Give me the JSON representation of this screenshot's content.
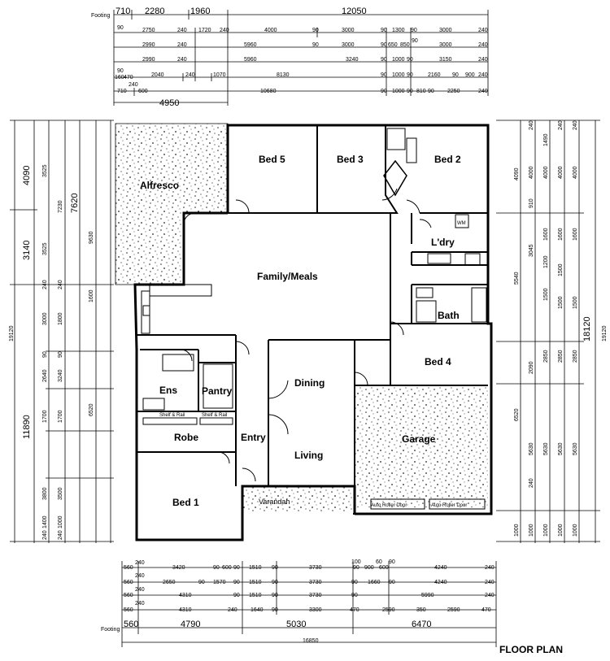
{
  "title": "FLOOR PLAN",
  "rooms": {
    "alfresco": "Alfresco",
    "bed5": "Bed 5",
    "bed3": "Bed 3",
    "bed2": "Bed 2",
    "family_meals": "Family/Meals",
    "laundry": "L'dry",
    "bath": "Bath",
    "bed4": "Bed 4",
    "ens": "Ens",
    "pantry": "Pantry",
    "dining": "Dining",
    "robe": "Robe",
    "entry": "Entry",
    "living": "Living",
    "garage": "Garage",
    "bed1": "Bed 1",
    "verandah": "Varandah"
  },
  "annotations": {
    "shelf_rail_1": "Shelf & Rail",
    "shelf_rail_2": "Shelf & Rail",
    "roller_door_1": "Auto Roller Door",
    "roller_door_2": "Auto Roller Door",
    "wm": "WM"
  },
  "top_dims": {
    "footing_label": "Footing",
    "footing": [
      "710",
      "2280",
      "1960",
      "12050"
    ],
    "overall": "4950",
    "row1": [
      "90",
      "2750",
      "240",
      "1720",
      "240",
      "4000",
      "90",
      "3000",
      "90",
      "1300",
      "90",
      "3000",
      "240"
    ],
    "row2": [
      "2990",
      "240",
      "5960",
      "90",
      "3000",
      "90",
      "650",
      "850",
      "90",
      "3000",
      "240"
    ],
    "row3": [
      "2990",
      "240",
      "5960",
      "3240",
      "90",
      "1000",
      "90",
      "3150",
      "240"
    ],
    "row4": [
      "90",
      "160",
      "470",
      "2040",
      "240",
      "1070",
      "8130",
      "90",
      "1000",
      "90",
      "2160",
      "90",
      "900",
      "240"
    ],
    "row5": [
      "710",
      "240",
      "600",
      "10680",
      "90",
      "1000",
      "90",
      "810",
      "90",
      "2250",
      "240"
    ]
  },
  "bottom_dims": {
    "footing_label": "Footing",
    "footing": [
      "560",
      "4790",
      "5030",
      "6470"
    ],
    "overall": "16850",
    "row1": [
      "560",
      "240",
      "3420",
      "90",
      "600",
      "90",
      "1510",
      "90",
      "3730",
      "100",
      "90",
      "900",
      "60",
      "600",
      "90",
      "4240",
      "240"
    ],
    "row2": [
      "560",
      "240",
      "2650",
      "90",
      "1570",
      "90",
      "1510",
      "90",
      "3730",
      "90",
      "1660",
      "90",
      "4240",
      "240"
    ],
    "row3": [
      "560",
      "240",
      "4310",
      "90",
      "1510",
      "90",
      "3730",
      "90",
      "5990",
      "240"
    ],
    "row4": [
      "560",
      "240",
      "4310",
      "240",
      "1640",
      "90",
      "3300",
      "470",
      "2590",
      "350",
      "2590",
      "470"
    ]
  },
  "left_dims": {
    "major": [
      "4090",
      "3140",
      "11890"
    ],
    "overall": "19120",
    "col1": [
      "3525",
      "3525",
      "240",
      "3000",
      "90",
      "2640",
      "1700",
      "3800",
      "1400",
      "240"
    ],
    "col2": [
      "7230",
      "240",
      "1800",
      "90",
      "3240",
      "1700",
      "3500",
      "1000",
      "240"
    ],
    "col3": [
      "7620",
      "9630",
      "1600",
      "6520"
    ]
  },
  "right_dims": {
    "major": [
      "18120"
    ],
    "overall": "19120",
    "col1": [
      "4090",
      "5540",
      "6520",
      "1000"
    ],
    "col2": [
      "240",
      "4000",
      "910",
      "3045",
      "2090",
      "5630",
      "240",
      "1000"
    ],
    "col3": [
      "1490",
      "4000",
      "1600",
      "1200",
      "1500",
      "2850",
      "5630",
      "1000"
    ],
    "col4": [
      "240",
      "4000",
      "1600",
      "1500",
      "1500",
      "2850",
      "5630",
      "1000"
    ],
    "col5": [
      "240",
      "4000",
      "1600",
      "1500",
      "2850",
      "5630",
      "1000"
    ]
  }
}
